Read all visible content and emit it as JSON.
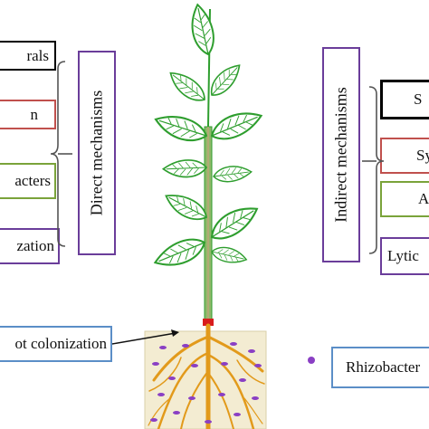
{
  "left_panel": {
    "items": [
      {
        "label": "rals",
        "color": "#000000"
      },
      {
        "label": "n",
        "color": "#c0504d"
      },
      {
        "label": "acters",
        "color": "#7aa33a"
      },
      {
        "label": "zation",
        "color": "#6a3d9a"
      }
    ],
    "vertical_label": "Direct mechanisms"
  },
  "right_panel": {
    "items": [
      {
        "label": "S",
        "color": "#000000"
      },
      {
        "label": "Sy",
        "color": "#c0504d"
      },
      {
        "label": "A",
        "color": "#7aa33a"
      },
      {
        "label": "Lytic",
        "color": "#6a3d9a"
      }
    ],
    "vertical_label": "Indirect mechanisms"
  },
  "bottom": {
    "left_label": "ot colonization",
    "right_label": "Rhizobacter"
  },
  "colors": {
    "leaf": "#2e9e2e",
    "stem_red": "#d81c1c",
    "root": "#e29a1b",
    "soil": "#f3ecd2",
    "bacteria": "#8a3fc4",
    "bracket": "#555555"
  }
}
